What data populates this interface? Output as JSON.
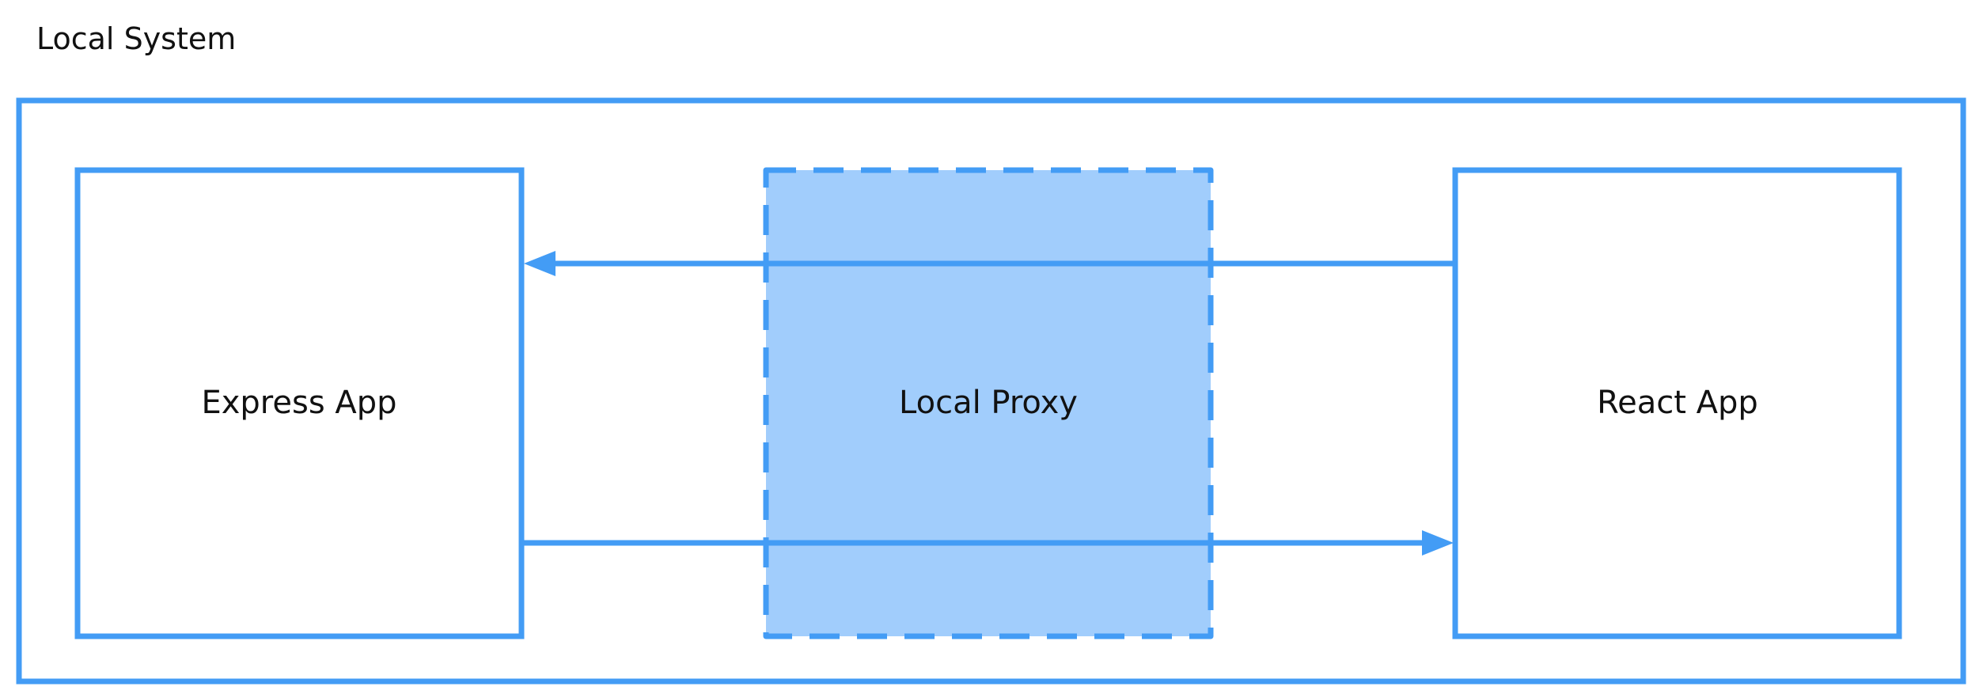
{
  "title": "Local System",
  "nodes": {
    "express": {
      "label": "Express App"
    },
    "proxy": {
      "label": "Local Proxy"
    },
    "react": {
      "label": "React App"
    }
  },
  "colors": {
    "stroke": "#439CF5",
    "proxy_fill": "#A1CDFC",
    "text": "#111111",
    "background": "#FFFFFF"
  }
}
